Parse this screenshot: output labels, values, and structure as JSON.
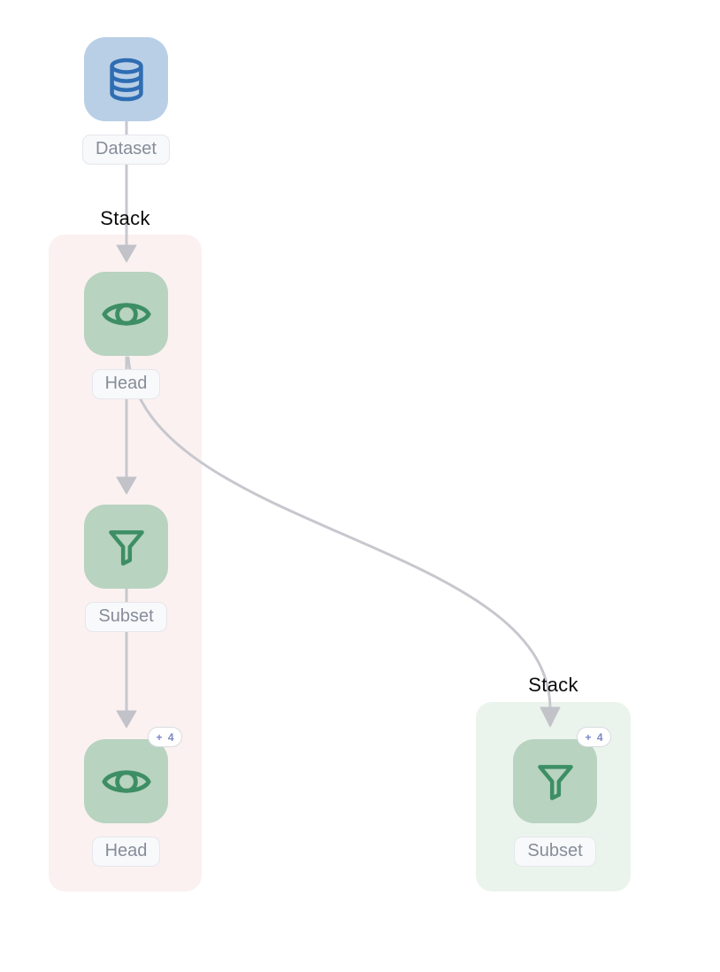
{
  "canvas": {
    "kind": "pipeline-flow-diagram",
    "background": "#ffffff"
  },
  "groups": [
    {
      "id": "stack-1",
      "label": "Stack",
      "children": [
        "head-1",
        "subset-1",
        "head-2"
      ],
      "bg": "#fbf1f0"
    },
    {
      "id": "stack-2",
      "label": "Stack",
      "children": [
        "subset-2"
      ],
      "bg": "#ebf4ec"
    }
  ],
  "nodes": [
    {
      "id": "dataset",
      "label": "Dataset",
      "icon": "database-icon",
      "node_bg": "#b9cfe6",
      "icon_color": "#2f6db3"
    },
    {
      "id": "head-1",
      "label": "Head",
      "icon": "eye-icon",
      "node_bg": "#b8d3c0",
      "icon_color": "#3d8e64"
    },
    {
      "id": "subset-1",
      "label": "Subset",
      "icon": "funnel-icon",
      "node_bg": "#b8d3c0",
      "icon_color": "#3d8e64"
    },
    {
      "id": "head-2",
      "label": "Head",
      "icon": "eye-icon",
      "node_bg": "#b8d3c0",
      "icon_color": "#3d8e64",
      "badge": "+ 4"
    },
    {
      "id": "subset-2",
      "label": "Subset",
      "icon": "funnel-icon",
      "node_bg": "#b8d3c0",
      "icon_color": "#3d8e64",
      "badge": "+ 4"
    }
  ],
  "edges": [
    {
      "from": "dataset",
      "to": "head-1",
      "style": "straight-down-arrow"
    },
    {
      "from": "head-1",
      "to": "subset-1",
      "style": "straight-down-arrow"
    },
    {
      "from": "subset-1",
      "to": "head-2",
      "style": "straight-down-arrow"
    },
    {
      "from": "head-1",
      "to": "subset-2",
      "style": "curved-arrow"
    }
  ],
  "colors": {
    "edge": "#c7c8ce",
    "arrowhead": "#c2c3c9",
    "label_pill_bg": "#f8f9fb",
    "label_pill_border": "#e5e7ec",
    "label_text": "#868d99",
    "badge_text": "#7b87c6",
    "stack_text": "#0b0b0c"
  }
}
